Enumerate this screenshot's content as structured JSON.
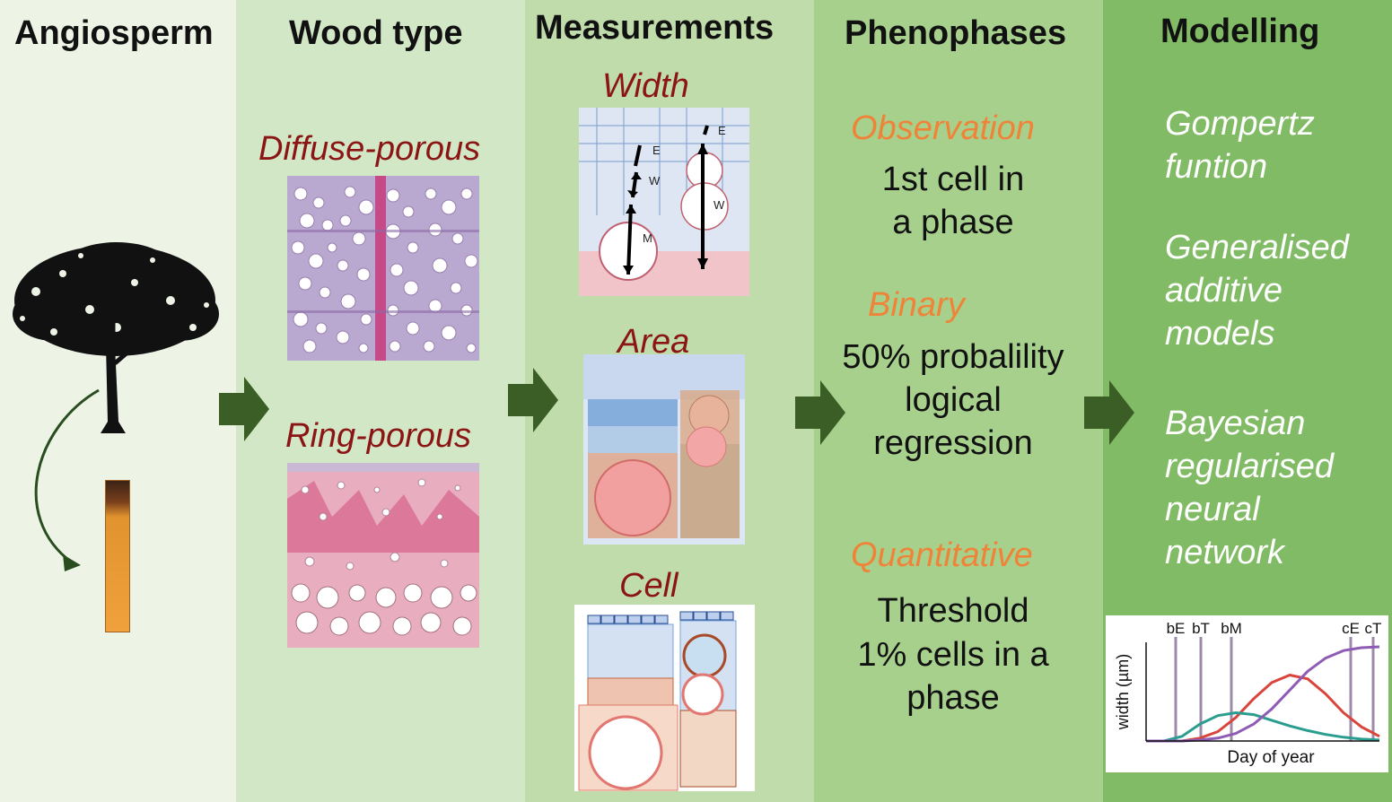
{
  "columns": {
    "angiosperm": {
      "header": "Angiosperm"
    },
    "wood_type": {
      "header": "Wood type",
      "label_diffuse": "Diffuse-porous",
      "label_ring": "Ring-porous"
    },
    "measurements": {
      "header": "Measurements",
      "label_width": "Width",
      "label_area": "Area",
      "label_cell": "Cell",
      "width_marks": {
        "e1": "E",
        "w1": "W",
        "m1": "M",
        "e2": "E",
        "w2": "W"
      }
    },
    "phenophases": {
      "header": "Phenophases",
      "observation_label": "Observation",
      "observation_l1": "1st cell in",
      "observation_l2": "a phase",
      "binary_label": "Binary",
      "binary_l1": "50% probalility",
      "binary_l2": "logical",
      "binary_l3": "regression",
      "quant_label": "Quantitative",
      "quant_l1": "Threshold",
      "quant_l2": "1%  cells in a",
      "quant_l3": "phase"
    },
    "modelling": {
      "header": "Modelling",
      "m1_l1": "Gompertz",
      "m1_l2": "funtion",
      "m2_l1": "Generalised",
      "m2_l2": "additive",
      "m2_l3": "models",
      "m3_l1": "Bayesian",
      "m3_l2": "regularised",
      "m3_l3": "neural",
      "m3_l4": "network"
    }
  },
  "chart_data": {
    "type": "line",
    "xlabel": "Day of year",
    "ylabel": "width (µm)",
    "vertical_markers": [
      "bE",
      "bT",
      "bM",
      "cE",
      "cT"
    ],
    "series": [
      {
        "color": "#d9453b",
        "values": [
          0,
          0,
          0,
          0.03,
          0.1,
          0.25,
          0.45,
          0.62,
          0.7,
          0.66,
          0.5,
          0.3,
          0.15,
          0.05
        ]
      },
      {
        "color": "#2a9d8f",
        "values": [
          0,
          0,
          0.05,
          0.18,
          0.27,
          0.3,
          0.28,
          0.22,
          0.16,
          0.11,
          0.07,
          0.04,
          0.02,
          0.01
        ]
      },
      {
        "color": "#8e5bb5",
        "values": [
          0,
          0,
          0,
          0.01,
          0.03,
          0.08,
          0.18,
          0.34,
          0.54,
          0.74,
          0.88,
          0.96,
          0.99,
          1.0
        ]
      }
    ]
  },
  "colors": {
    "arrow": "#3b5e26",
    "header_red": "#8b1414",
    "label_orange": "#ef8338"
  }
}
